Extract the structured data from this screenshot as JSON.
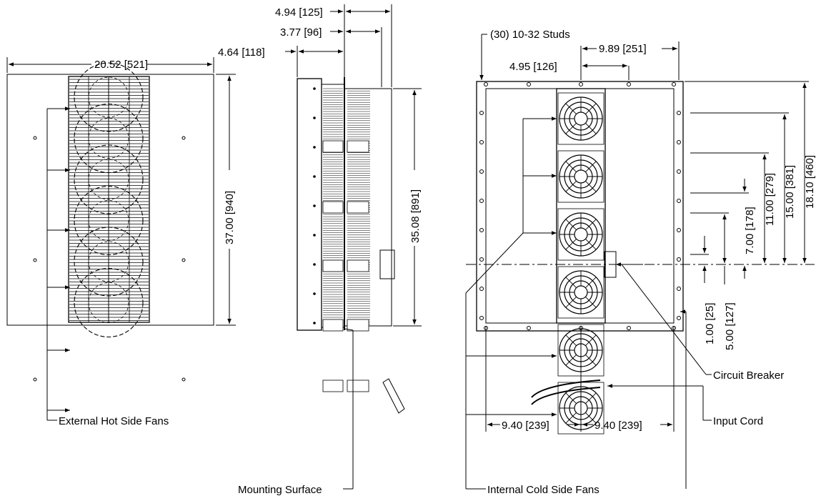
{
  "front_view": {
    "width_dim": "20.52 [521]",
    "height_dim": "37.00 [940]",
    "fans_label": "External Hot Side Fans"
  },
  "side_view": {
    "depth_total_dim": "4.94 [125]",
    "depth_internal_dim": "3.77 [96]",
    "depth_external_dim": "4.64 [118]",
    "height_dim": "35.08 [891]",
    "mounting_label": "Mounting Surface"
  },
  "rear_view": {
    "studs_label": "(30) 10-32 Studs",
    "stud_spacing_top_dim": "9.89 [251]",
    "stud_offset_dim": "4.95 [126]",
    "dim_18_10": "18.10 [460]",
    "dim_15_00": "15.00 [381]",
    "dim_11_00": "11.00 [279]",
    "dim_7_00": "7.00 [178]",
    "dim_1_00": "1.00 [25]",
    "dim_5_00": "5.00 [127]",
    "breaker_label": "Circuit Breaker",
    "cord_label": "Input Cord",
    "bottom_left_dim": "9.40 [239]",
    "bottom_right_dim": "9.40 [239]",
    "fans_label": "Internal Cold Side Fans"
  }
}
